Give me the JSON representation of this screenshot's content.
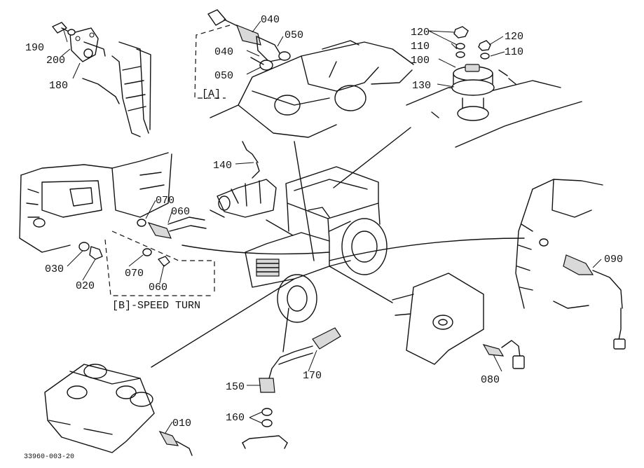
{
  "diagram": {
    "drawing_code": "33960-003-20",
    "part_labels": {
      "p190": "190",
      "p200": "200",
      "p180": "180",
      "p040a": "040",
      "p050a": "050",
      "p040b": "040",
      "p050b": "050",
      "p120a": "120",
      "p120b": "120",
      "p110a": "110",
      "p110b": "110",
      "p100": "100",
      "p130": "130",
      "p140": "140",
      "p070a": "070",
      "p060a": "060",
      "p030": "030",
      "p020": "020",
      "p070b": "070",
      "p060b": "060",
      "p090": "090",
      "p080": "080",
      "p150": "150",
      "p170": "170",
      "p160": "160",
      "p010": "010"
    },
    "group_labels": {
      "a": "[A]",
      "b": "[B]-SPEED TURN"
    }
  }
}
